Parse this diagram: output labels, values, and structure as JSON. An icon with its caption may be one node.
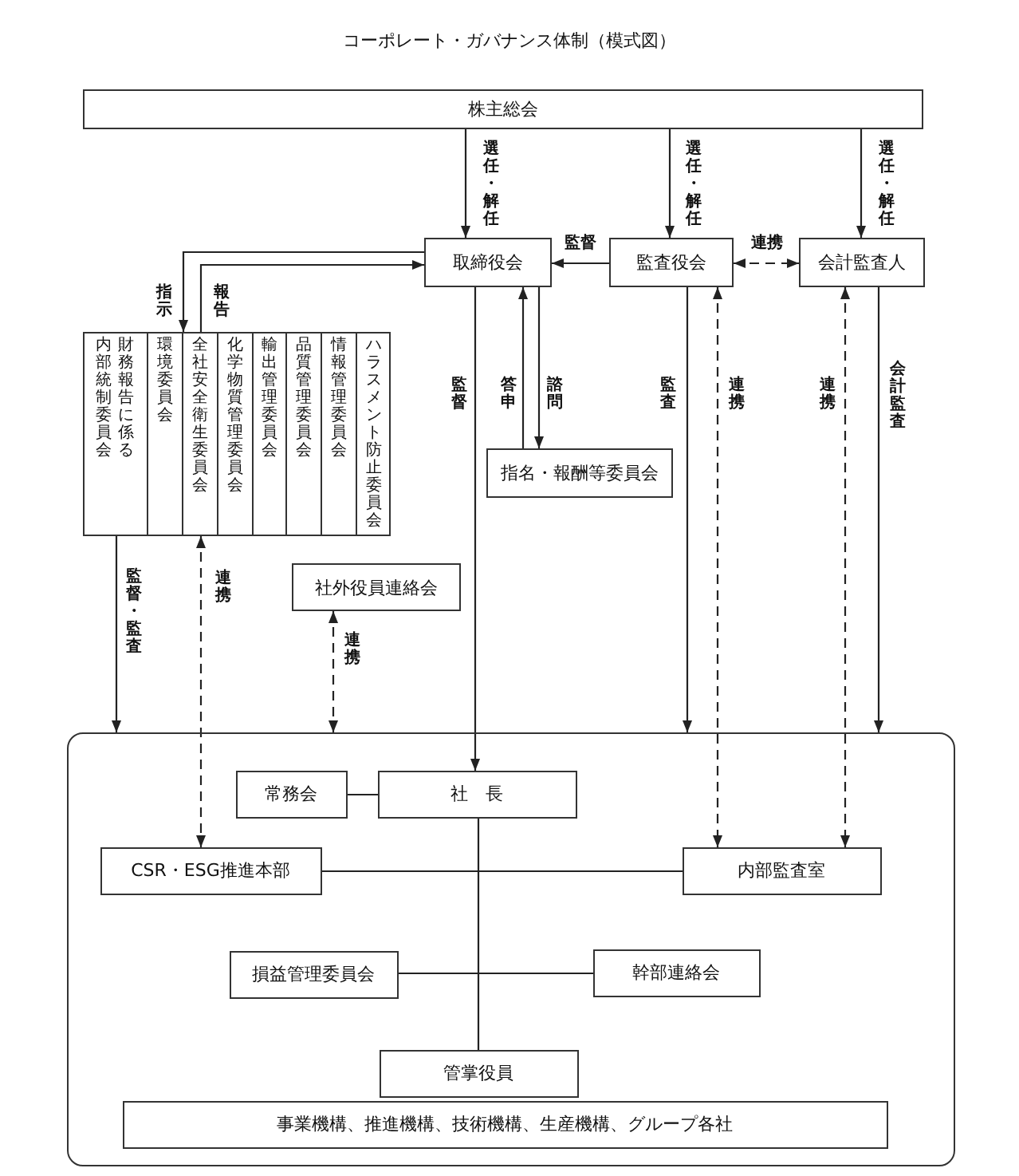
{
  "diagram": {
    "title": "コーポレート・ガバナンス体制（模式図）",
    "nodes": [
      {
        "text": [
          "株主総会"
        ]
      },
      {
        "text": [
          "取締役会"
        ]
      },
      {
        "text": [
          "監査役会"
        ]
      },
      {
        "text": [
          "会計監査人"
        ]
      },
      {
        "text": [],
        "shape": "box"
      },
      {
        "text": [
          "財務報告に係る内部統制委員会"
        ],
        "in": 4
      },
      {
        "text": [
          "環境委員会"
        ],
        "in": 4
      },
      {
        "text": [
          "全社安全衛生委員会"
        ],
        "in": 4
      },
      {
        "text": [
          "化学物質管理委員会"
        ],
        "in": 4
      },
      {
        "text": [
          "輸出管理委員会"
        ],
        "in": 4
      },
      {
        "text": [
          "品質管理委員会"
        ],
        "in": 4
      },
      {
        "text": [
          "情報管理委員会"
        ],
        "in": 4
      },
      {
        "text": [
          "ハラスメント防止委員会"
        ],
        "in": 4
      },
      {
        "text": [
          "指名・報酬等委員会"
        ]
      },
      {
        "text": [
          "社外役員連絡会"
        ]
      },
      {
        "text": [],
        "shape": "box"
      },
      {
        "text": [
          "常務会"
        ],
        "in": 15
      },
      {
        "text": [
          "社　長"
        ],
        "in": 15
      },
      {
        "text": [
          "CSR・ESG推進本部"
        ],
        "in": 15
      },
      {
        "text": [
          "内部監査室"
        ],
        "in": 15
      },
      {
        "text": [
          "損益管理委員会"
        ],
        "in": 15
      },
      {
        "text": [
          "幹部連絡会"
        ],
        "in": 15
      },
      {
        "text": [
          "管掌役員"
        ],
        "in": 15
      },
      {
        "text": [
          "事業機構、推進機構、技術機構、生産機構、グループ各社"
        ],
        "in": 15
      }
    ],
    "edges": [
      {
        "from": 0,
        "to": 1,
        "arrow": "to",
        "label": "選任・解任"
      },
      {
        "from": 0,
        "to": 2,
        "arrow": "to",
        "label": "選任・解任"
      },
      {
        "from": 0,
        "to": 3,
        "arrow": "to",
        "label": "選任・解任"
      },
      {
        "from": 2,
        "to": 1,
        "arrow": "to",
        "label": "監督"
      },
      {
        "from": 2,
        "to": 3,
        "arrow": "both",
        "label": "連携",
        "style": "dashed"
      },
      {
        "from": 1,
        "to": 4,
        "arrow": "to",
        "label": "指示"
      },
      {
        "from": 4,
        "to": 1,
        "arrow": "to",
        "label": "報告"
      },
      {
        "from": 1,
        "to": 17,
        "arrow": "to",
        "label": "監督"
      },
      {
        "from": 13,
        "to": 1,
        "arrow": "to",
        "label": "答申"
      },
      {
        "from": 1,
        "to": 13,
        "arrow": "to",
        "label": "諮問"
      },
      {
        "from": 2,
        "to": 15,
        "arrow": "to",
        "label": "監査"
      },
      {
        "from": 2,
        "to": 19,
        "arrow": "both",
        "label": "連携",
        "style": "dashed"
      },
      {
        "from": 3,
        "to": 19,
        "arrow": "both",
        "label": "連携",
        "style": "dashed"
      },
      {
        "from": 3,
        "to": 15,
        "arrow": "to",
        "label": "会計監査"
      },
      {
        "from": 4,
        "to": 15,
        "arrow": "to",
        "label": "監督・監査"
      },
      {
        "from": 4,
        "to": 18,
        "arrow": "both",
        "label": "連携",
        "style": "dashed"
      },
      {
        "from": 14,
        "to": 15,
        "arrow": "both",
        "label": "連携",
        "style": "dashed"
      },
      {
        "from": 16,
        "to": 17,
        "arrow": "none"
      },
      {
        "from": 18,
        "to": 19,
        "arrow": "none"
      },
      {
        "from": 17,
        "to": 22,
        "arrow": "none"
      },
      {
        "from": 20,
        "to": 21,
        "arrow": "none"
      }
    ]
  }
}
